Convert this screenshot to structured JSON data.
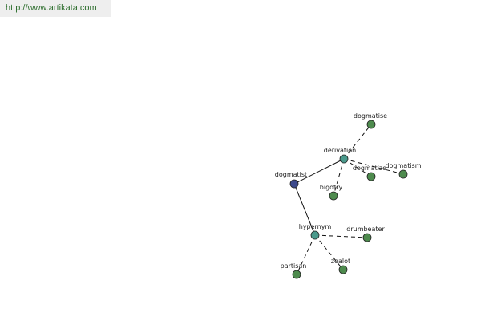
{
  "header": {
    "url": "http://www.artikata.com"
  },
  "colors": {
    "root_node": "#3d4a8c",
    "hub_node": "#4a9a8c",
    "leaf_node": "#4e8b4e",
    "edge": "#111111",
    "url_text": "#2f6f2f",
    "url_bg": "#eeeeee"
  },
  "graph": {
    "root": {
      "label": "dogmatist"
    },
    "hubs": [
      {
        "id": "derivation",
        "label": "derivation"
      },
      {
        "id": "hypernym",
        "label": "hypernym"
      }
    ],
    "leaves": [
      {
        "id": "dogmatise",
        "label": "dogmatise",
        "parent": "derivation"
      },
      {
        "id": "dogmatize",
        "label": "dogmatize",
        "parent": "derivation"
      },
      {
        "id": "dogmatism",
        "label": "dogmatism",
        "parent": "derivation"
      },
      {
        "id": "bigotry",
        "label": "bigotry",
        "parent": "derivation"
      },
      {
        "id": "drumbeater",
        "label": "drumbeater",
        "parent": "hypernym"
      },
      {
        "id": "zealot",
        "label": "zealot",
        "parent": "hypernym"
      },
      {
        "id": "partisan",
        "label": "partisan",
        "parent": "hypernym"
      }
    ]
  }
}
